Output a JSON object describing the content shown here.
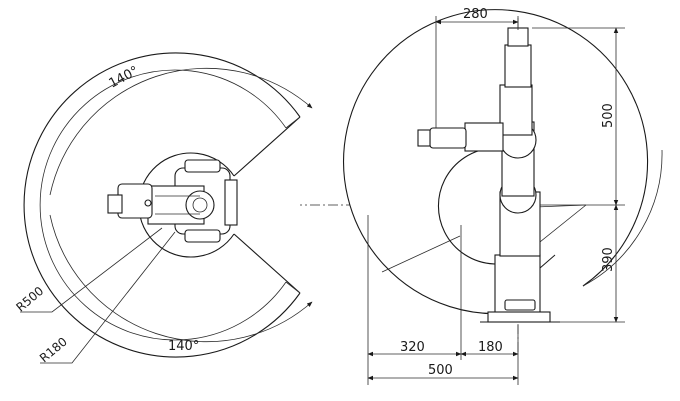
{
  "top_view": {
    "angle_top": "140°",
    "angle_bottom": "140°",
    "radius_outer": "R500",
    "radius_inner": "R180"
  },
  "side_view": {
    "dim_top_reach": "280",
    "dim_height_upper": "500",
    "dim_height_lower": "390",
    "dim_base_left": "320",
    "dim_base_right": "180",
    "dim_total_width": "500"
  }
}
